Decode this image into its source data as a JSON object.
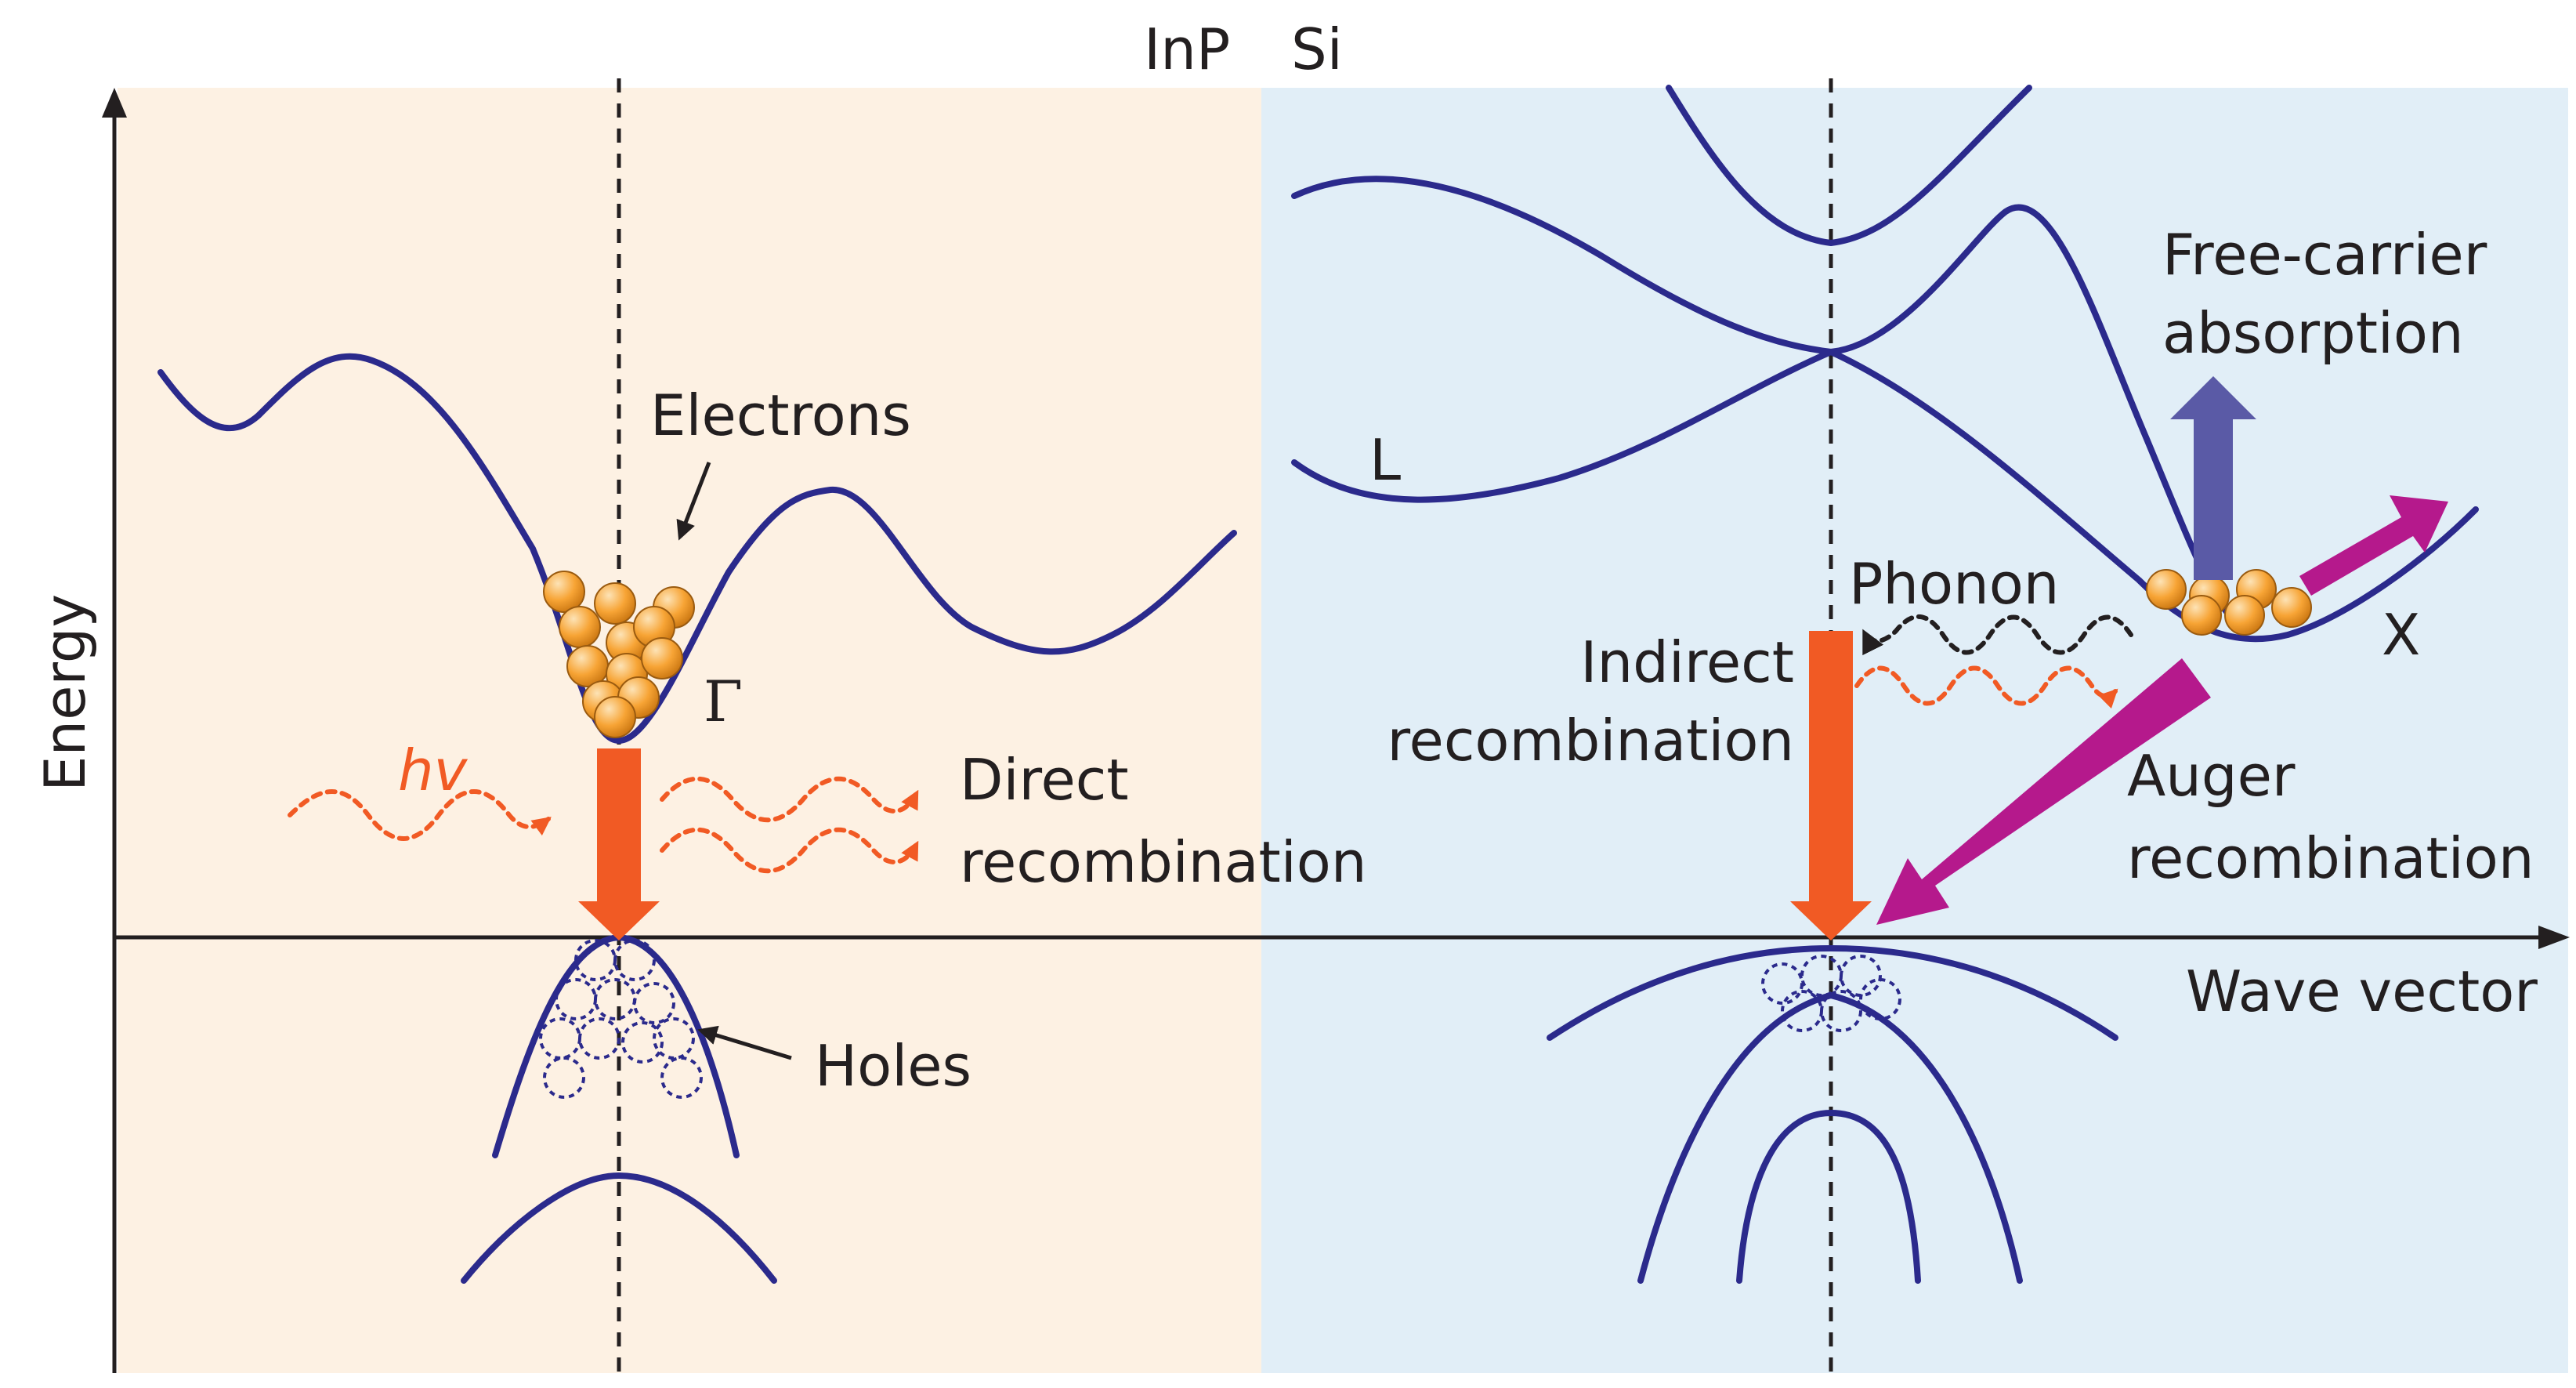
{
  "materials": {
    "left": "InP",
    "right": "Si"
  },
  "axes": {
    "x_label": "Wave vector",
    "y_label": "Energy"
  },
  "labels": {
    "electrons": "Electrons",
    "holes": "Holes",
    "gamma": "Γ",
    "hv": "hv",
    "direct_line1": "Direct",
    "direct_line2": "recombination",
    "phonon": "Phonon",
    "indirect_line1": "Indirect",
    "indirect_line2": "recombination",
    "fca_line1": "Free-carrier",
    "fca_line2": "absorption",
    "auger_line1": "Auger",
    "auger_line2": "recombination",
    "valley_L": "L",
    "valley_X": "X"
  },
  "colors": {
    "inp_background": "#fdf1e3",
    "si_background": "#e1eef7",
    "band": "#2b2a8c",
    "recombination_orange": "#f15a24",
    "auger_magenta": "#b5198c",
    "fca_purple": "#5a5aa6",
    "electron_fill": "#f7a435",
    "text": "#231f20"
  }
}
